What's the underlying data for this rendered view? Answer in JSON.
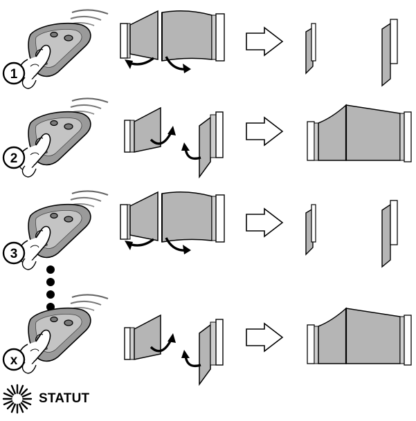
{
  "steps": [
    {
      "label": "1",
      "action": "open"
    },
    {
      "label": "2",
      "action": "close"
    },
    {
      "label": "3",
      "action": "open"
    },
    {
      "label": "x",
      "action": "close"
    }
  ],
  "legend": {
    "icon": "starburst-icon",
    "label": "STATUT"
  }
}
